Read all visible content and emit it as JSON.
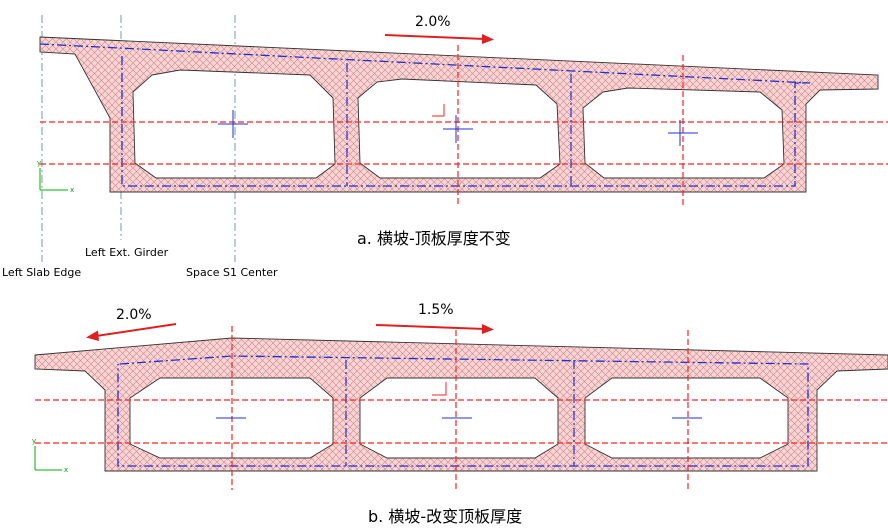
{
  "colors": {
    "section_fill": "#f6d6d6",
    "hatch": "#e08080",
    "outline": "#333333",
    "centerline": "#ff2020",
    "dash_blue": "#2030d0",
    "arrow": "#e02020",
    "axis": "#00b000",
    "ref_line": "#4a7fb0"
  },
  "top": {
    "slope_label": "2.0%",
    "caption": "a. 横坡-顶板厚度不变",
    "labels": {
      "left_slab_edge": "Left Slab Edge",
      "left_ext_girder": "Left Ext. Girder",
      "space_s1_center": "Space S1 Center"
    }
  },
  "bottom": {
    "slope_left_label": "2.0%",
    "slope_right_label": "1.5%",
    "caption": "b. 横坡-改变顶板厚度"
  },
  "axis": {
    "x_label": "x",
    "y_label": "y"
  }
}
